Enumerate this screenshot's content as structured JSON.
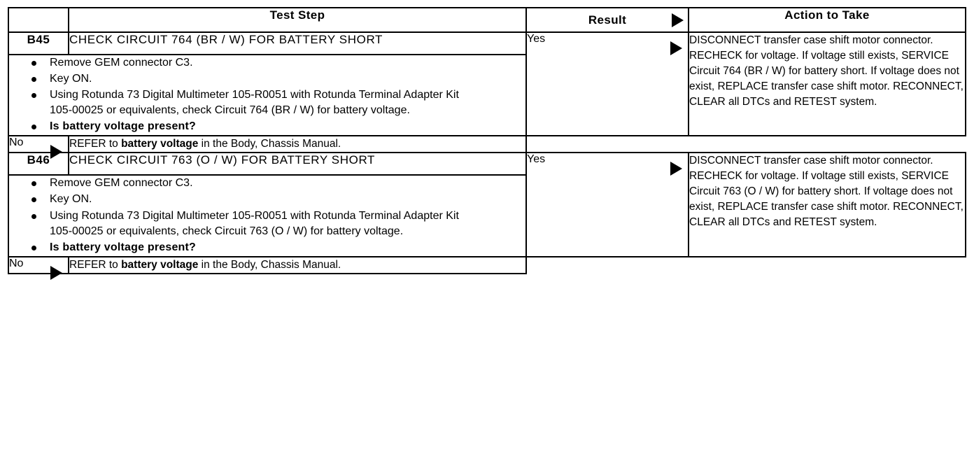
{
  "document": {
    "title": "Pinpoint Test Table",
    "columns": {
      "code": "",
      "test_step": "Test Step",
      "result": "Result",
      "action": "Action to Take"
    },
    "icons": {
      "header_arrow": "triangle-right-icon",
      "result_arrow": "triangle-right-icon"
    }
  },
  "sections": [
    {
      "code": "B45",
      "title": "CHECK CIRCUIT 764 (BR / W) FOR BATTERY SHORT",
      "steps": [
        "Remove GEM connector C3.",
        "Key ON.",
        "Using Rotunda 73 Digital Multimeter 105-R0051 with Rotunda Terminal Adapter Kit 105-00025 or equivalents, check Circuit 764 (BR / W) for battery voltage.",
        "Is battery voltage present?"
      ],
      "bold_step_index": 3,
      "outcomes": [
        {
          "result": "Yes",
          "action_prefix": "DISCONNECT transfer case shift motor connector. RECHECK for voltage. If voltage still exists, SERVICE Circuit 764 (BR / W) for battery short. If voltage does not exist, REPLACE transfer case shift motor. RECONNECT, CLEAR all DTCs and RETEST system.",
          "action_emphasis": "",
          "action_suffix": ""
        },
        {
          "result": "No",
          "action_prefix": "REFER to ",
          "action_emphasis": "battery voltage",
          "action_suffix": " in the Body, Chassis Manual."
        }
      ]
    },
    {
      "code": "B46",
      "title": "CHECK CIRCUIT 763 (O / W) FOR BATTERY SHORT",
      "steps": [
        "Remove GEM connector C3.",
        "Key ON.",
        "Using Rotunda 73 Digital Multimeter 105-R0051 with Rotunda Terminal Adapter Kit 105-00025 or equivalents, check Circuit 763 (O / W) for battery voltage.",
        "Is battery voltage present?"
      ],
      "bold_step_index": 3,
      "outcomes": [
        {
          "result": "Yes",
          "action_prefix": "DISCONNECT transfer case shift motor connector. RECHECK for voltage. If voltage still exists, SERVICE Circuit 763 (O / W) for battery short. If voltage does not exist, REPLACE transfer case shift motor. RECONNECT, CLEAR all DTCs and RETEST system.",
          "action_emphasis": "",
          "action_suffix": ""
        },
        {
          "result": "No",
          "action_prefix": "REFER to ",
          "action_emphasis": "battery voltage",
          "action_suffix": " in the Body, Chassis Manual."
        }
      ]
    }
  ]
}
